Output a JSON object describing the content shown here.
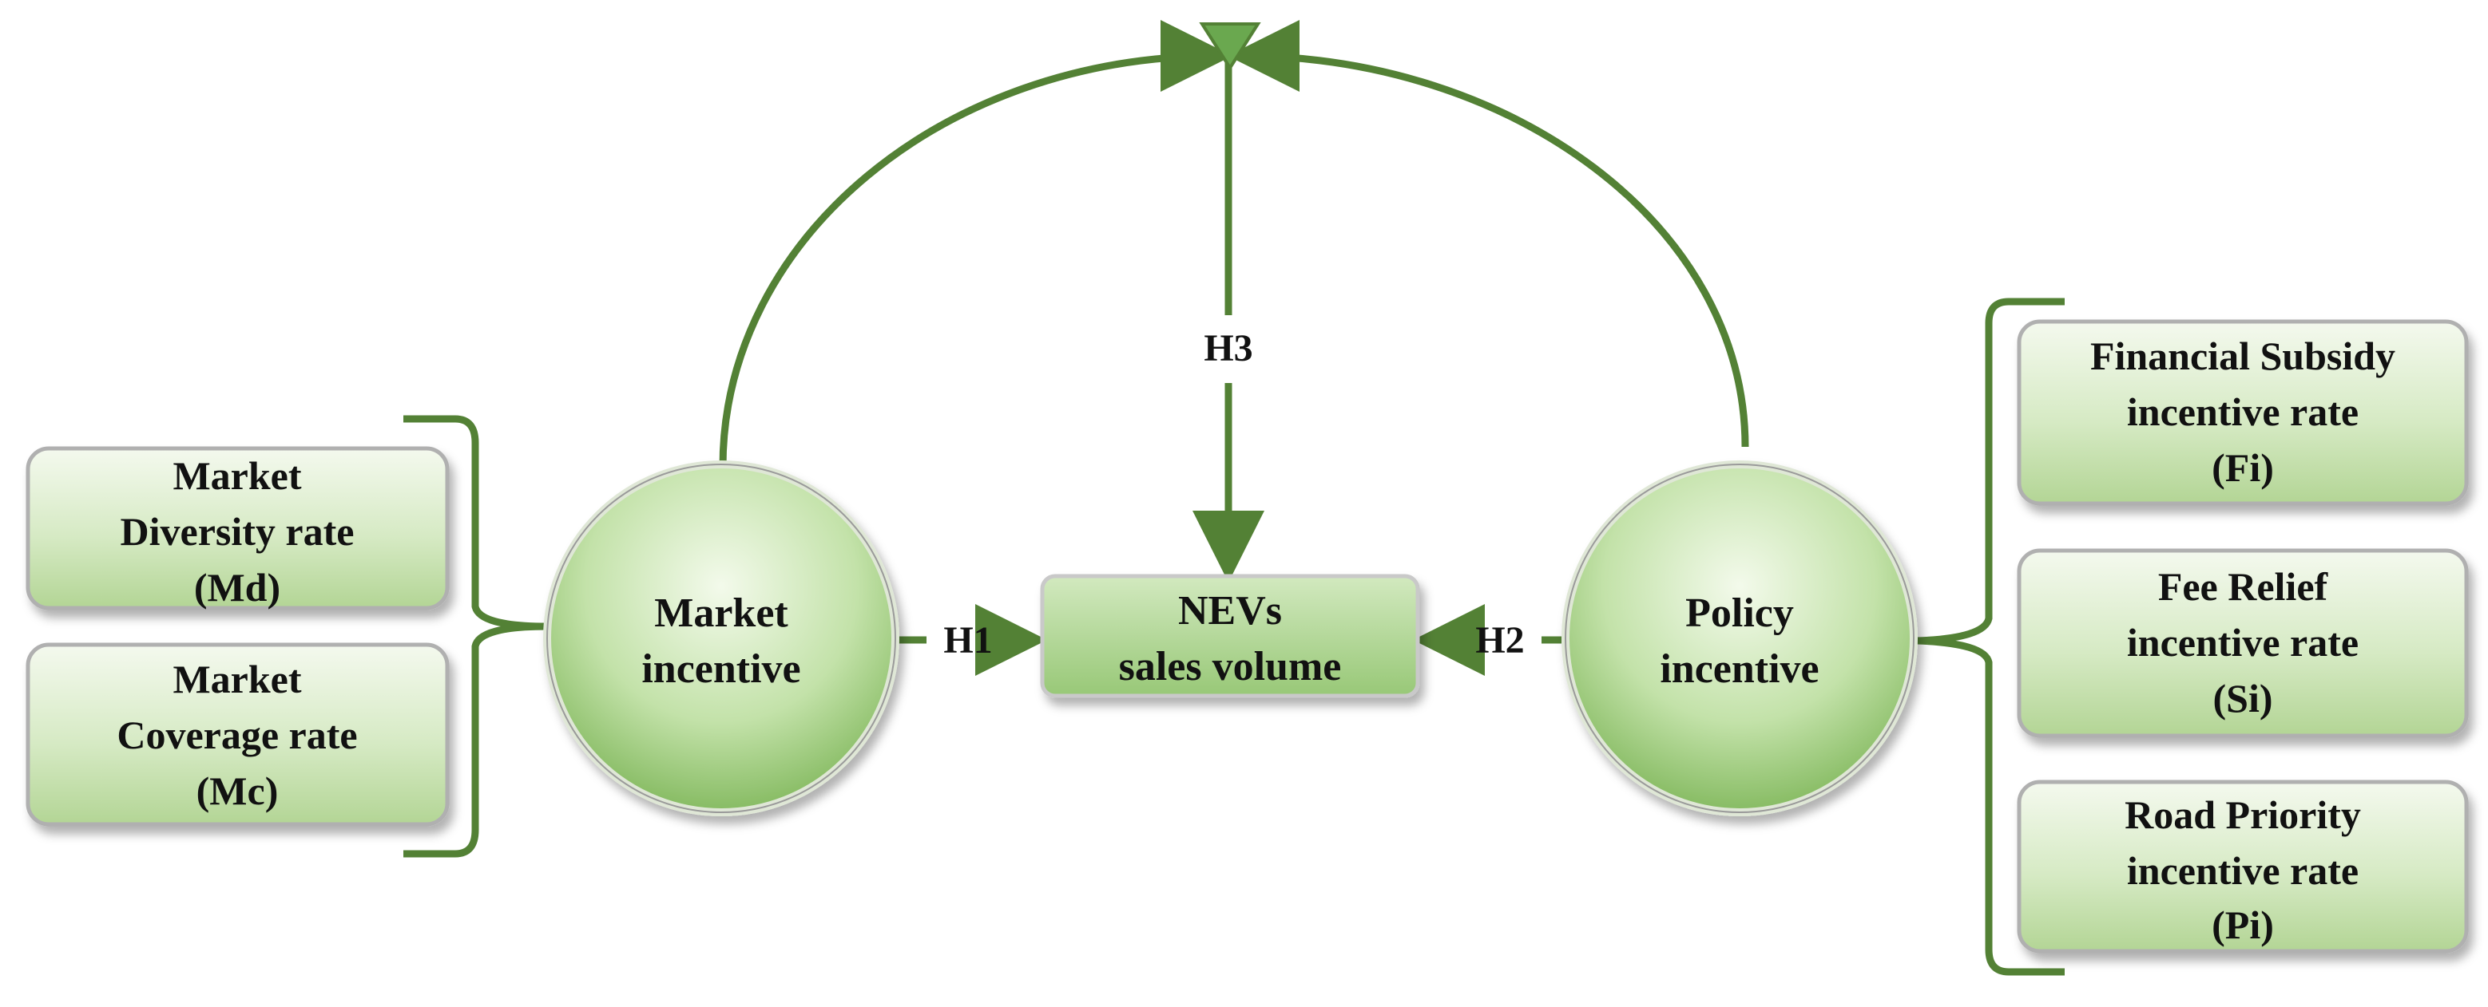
{
  "colors": {
    "line": "#538135",
    "box_fill_light": "#f2f8ea",
    "box_fill_dark": "#bcdaa0",
    "box_border": "#b5b5b5",
    "circle_light": "#eef7e4",
    "circle_dark": "#8cc06a",
    "center_fill": "#a9d18e",
    "text": "#111111"
  },
  "hypotheses": {
    "h1": "H1",
    "h2": "H2",
    "h3": "H3"
  },
  "outcome": {
    "line1": "NEVs",
    "line2": "sales volume"
  },
  "market_incentive": {
    "line1": "Market",
    "line2": "incentive"
  },
  "policy_incentive": {
    "line1": "Policy",
    "line2": "incentive"
  },
  "market_indicators": [
    {
      "line1": "Market",
      "line2": "Diversity rate",
      "line3": "(Md)"
    },
    {
      "line1": "Market",
      "line2": "Coverage rate",
      "line3": "(Mc)"
    }
  ],
  "policy_indicators": [
    {
      "line1": "Financial Subsidy",
      "line2": "incentive rate",
      "line3": "(Fi)"
    },
    {
      "line1": "Fee Relief",
      "line2": "incentive rate",
      "line3": "(Si)"
    },
    {
      "line1": "Road Priority",
      "line2": "incentive rate",
      "line3": "(Pi)"
    }
  ]
}
